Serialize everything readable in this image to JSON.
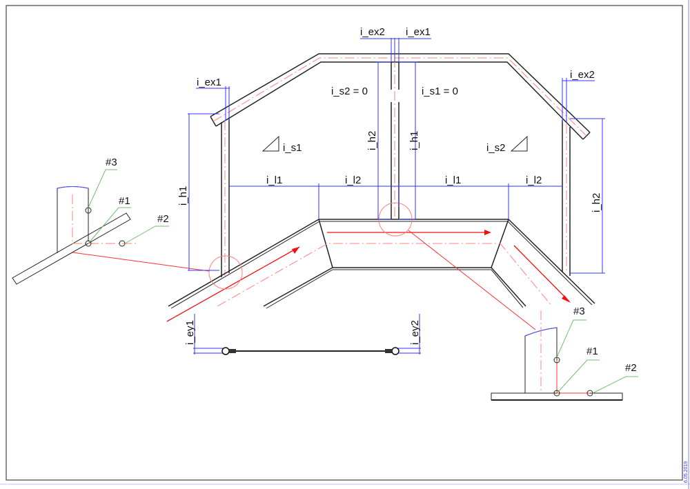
{
  "labels": {
    "i_ex2_top": "i_ex2",
    "i_ex1_top": "i_ex1",
    "i_ex1_left": "i_ex1",
    "i_ex2_right": "i_ex2",
    "i_s2_eq": "i_s2 = 0",
    "i_s1_eq": "i_s1 = 0",
    "i_s1": "i_s1",
    "i_s2": "i_s2",
    "i_h1_left": "i_h1",
    "i_h2_center": "i_h2",
    "i_h1_center": "i_h1",
    "i_h2_right": "i_h2",
    "i_l1_left": "i_l1",
    "i_l2_left": "i_l2",
    "i_l1_right": "i_l1",
    "i_l2_right": "i_l2",
    "i_ey1": "i_ey1",
    "i_ey2": "i_ey2"
  },
  "detail_left": {
    "tag3": "#3",
    "tag1": "#1",
    "tag2": "#2"
  },
  "detail_right": {
    "tag3": "#3",
    "tag1": "#1",
    "tag2": "#2"
  },
  "date": "6.05.2019",
  "colors": {
    "outline": "#222222",
    "dimension": "#3030ff",
    "centerline": "#ff8080",
    "leader": "#70c070"
  }
}
